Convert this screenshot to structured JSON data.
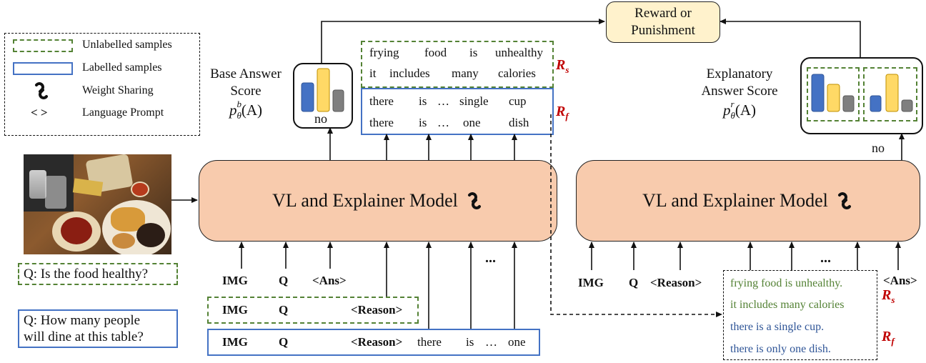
{
  "legend": {
    "unlabelled": "Unlabelled samples",
    "labelled": "Labelled samples",
    "weight_sharing": "Weight Sharing",
    "prompt_symbol": "< >",
    "language_prompt": "Language Prompt"
  },
  "reward_box": {
    "line1": "Reward or",
    "line2": "Punishment"
  },
  "base_score": {
    "line1": "Base Answer",
    "line2": "Score",
    "formula": "p",
    "sup": "b",
    "sub": "θ",
    "arg": "(A)",
    "answer": "no"
  },
  "expl_score": {
    "line1": "Explanatory",
    "line2": "Answer Score",
    "formula": "p",
    "sup": "r",
    "sub": "θ",
    "arg": "(A)",
    "answer": "no"
  },
  "left_model": {
    "label": "VL and Explainer Model",
    "icon": "link-chain-icon"
  },
  "right_model": {
    "label": "VL and Explainer Model",
    "icon": "link-chain-icon"
  },
  "output_green": {
    "row1": [
      "frying",
      "food",
      "is",
      "unhealthy"
    ],
    "row2": [
      "it",
      "includes",
      "many",
      "calories"
    ]
  },
  "output_blue": {
    "row1": [
      "there",
      "is",
      "…",
      "single",
      "cup"
    ],
    "row2": [
      "there",
      "is",
      "…",
      "one",
      "dish"
    ]
  },
  "r_labels": {
    "rs": "R",
    "rs_sub": "s",
    "rf": "R",
    "rf_sub": "f"
  },
  "questions": {
    "q1": "Q: Is the food healthy?",
    "q2_line1": "Q:  How many people",
    "q2_line2": "will dine at this table?"
  },
  "left_inputs": {
    "row1": {
      "img": "IMG",
      "q": "Q",
      "ans": "<Ans>"
    },
    "row2": {
      "img": "IMG",
      "q": "Q",
      "reason": "<Reason>"
    },
    "row3": {
      "img": "IMG",
      "q": "Q",
      "reason": "<Reason>",
      "w1": "there",
      "w2": "is",
      "w3": "…",
      "w4": "one"
    },
    "ellipsis": "..."
  },
  "right_inputs": {
    "img": "IMG",
    "q": "Q",
    "reason": "<Reason>",
    "ans": "<Ans>",
    "ellipsis": "..."
  },
  "reason_box": {
    "line1": "frying food is unhealthy.",
    "line2": "it includes many calories",
    "line3": "there is a single cup.",
    "line4": "there is only one dish."
  },
  "colors": {
    "model_fill": "#f8cbad",
    "reward_fill": "#fff2cc",
    "green": "#548235",
    "blue": "#4472c4",
    "red": "#c00000",
    "bar_blue": "#4472c4",
    "bar_yellow": "#ffd966",
    "bar_gray": "#7f7f7f"
  }
}
